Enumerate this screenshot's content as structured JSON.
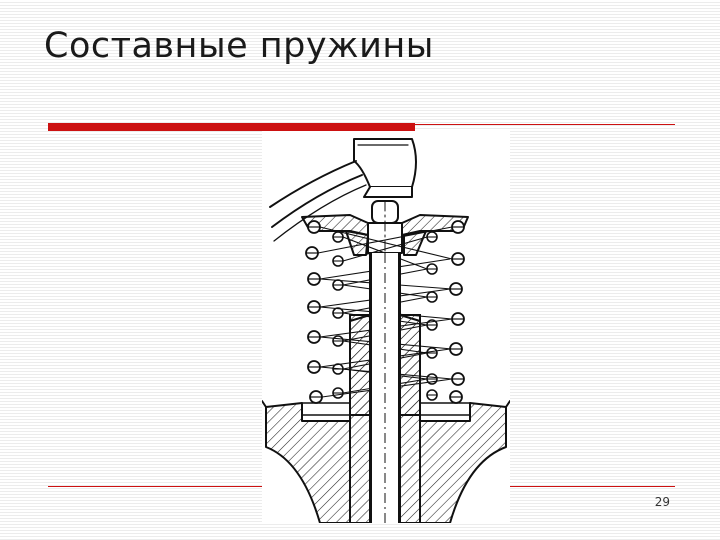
{
  "slide": {
    "title": "Составные пружины",
    "page_number": "29"
  },
  "figure": {
    "icon": "composite-spring-valve-drawing"
  },
  "colors": {
    "accent": "#cc1111",
    "text": "#1a1a1a",
    "background_lines": "#ececec"
  }
}
